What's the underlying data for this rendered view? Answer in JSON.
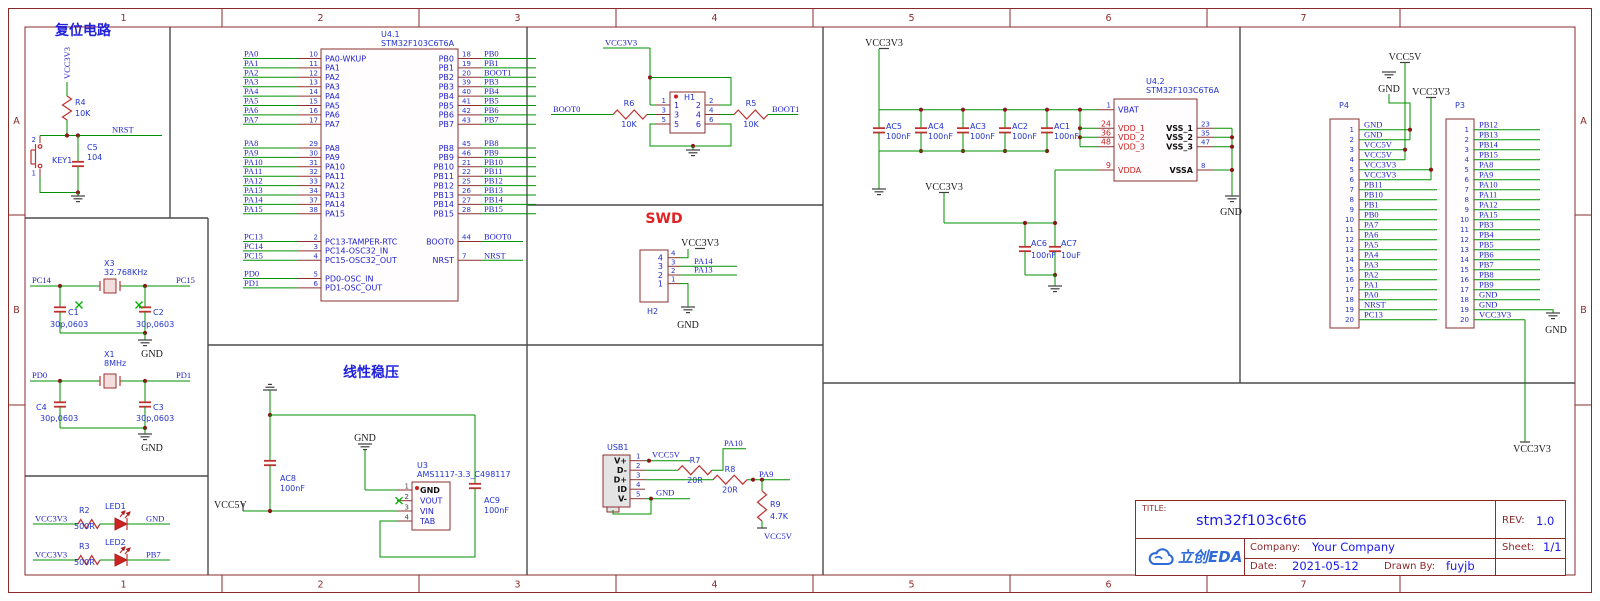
{
  "frame": {
    "columns": [
      "1",
      "2",
      "3",
      "4",
      "5",
      "6",
      "7"
    ],
    "rows": [
      "A",
      "B"
    ]
  },
  "sections": {
    "reset_title": "复位电路",
    "regulator_title": "线性稳压",
    "swd_title": "SWD"
  },
  "reset": {
    "vcc": "VCC3V3",
    "r_ref": "R4",
    "r_val": "10K",
    "net": "NRST",
    "key_ref": "KEY1",
    "key_pin_top": "2",
    "key_pin_bot": "1",
    "c_ref": "C5",
    "c_val": "104"
  },
  "xtal": {
    "x3": {
      "ref": "X3",
      "val": "32.768KHz",
      "left": "PC14",
      "right": "PC15",
      "cl_ref": "C1",
      "cl_val": "30p,0603",
      "cr_ref": "C2",
      "cr_val": "30p,0603",
      "gnd": "GND"
    },
    "x1": {
      "ref": "X1",
      "val": "8MHz",
      "left": "PD0",
      "right": "PD1",
      "cl_ref": "C4",
      "cl_val": "30p,0603",
      "cr_ref": "C3",
      "cr_val": "30p,0603",
      "gnd": "GND"
    }
  },
  "leds": [
    {
      "vcc": "VCC3V3",
      "r_ref": "R2",
      "r_val": "500R",
      "led_ref": "LED1",
      "net": "GND"
    },
    {
      "vcc": "VCC3V3",
      "r_ref": "R3",
      "r_val": "500R",
      "led_ref": "LED2",
      "net": "PB7"
    }
  ],
  "u4_1": {
    "ref": "U4.1",
    "part": "STM32F103C6T6A",
    "left_groups": [
      [
        {
          "net": "PA0",
          "num": "10",
          "name": "PA0-WKUP"
        },
        {
          "net": "PA1",
          "num": "11",
          "name": "PA1"
        },
        {
          "net": "PA2",
          "num": "12",
          "name": "PA2"
        },
        {
          "net": "PA3",
          "num": "13",
          "name": "PA3"
        },
        {
          "net": "PA4",
          "num": "14",
          "name": "PA4"
        },
        {
          "net": "PA5",
          "num": "15",
          "name": "PA5"
        },
        {
          "net": "PA6",
          "num": "16",
          "name": "PA6"
        },
        {
          "net": "PA7",
          "num": "17",
          "name": "PA7"
        }
      ],
      [
        {
          "net": "PA8",
          "num": "29",
          "name": "PA8"
        },
        {
          "net": "PA9",
          "num": "30",
          "name": "PA9"
        },
        {
          "net": "PA10",
          "num": "31",
          "name": "PA10"
        },
        {
          "net": "PA11",
          "num": "32",
          "name": "PA11"
        },
        {
          "net": "PA12",
          "num": "33",
          "name": "PA12"
        },
        {
          "net": "PA13",
          "num": "34",
          "name": "PA13"
        },
        {
          "net": "PA14",
          "num": "37",
          "name": "PA14"
        },
        {
          "net": "PA15",
          "num": "38",
          "name": "PA15"
        }
      ],
      [
        {
          "net": "PC13",
          "num": "2",
          "name": "PC13-TAMPER-RTC"
        },
        {
          "net": "PC14",
          "num": "3",
          "name": "PC14-OSC32_IN"
        },
        {
          "net": "PC15",
          "num": "4",
          "name": "PC15-OSC32_OUT"
        }
      ],
      [
        {
          "net": "PD0",
          "num": "5",
          "name": "PD0-OSC_IN"
        },
        {
          "net": "PD1",
          "num": "6",
          "name": "PD1-OSC_OUT"
        }
      ]
    ],
    "right_groups": [
      [
        {
          "net": "PB0",
          "num": "18",
          "name": "PB0"
        },
        {
          "net": "PB1",
          "num": "19",
          "name": "PB1"
        },
        {
          "net": "BOOT1",
          "num": "20",
          "name": "PB2"
        },
        {
          "net": "PB3",
          "num": "39",
          "name": "PB3"
        },
        {
          "net": "PB4",
          "num": "40",
          "name": "PB4"
        },
        {
          "net": "PB5",
          "num": "41",
          "name": "PB5"
        },
        {
          "net": "PB6",
          "num": "42",
          "name": "PB6"
        },
        {
          "net": "PB7",
          "num": "43",
          "name": "PB7"
        }
      ],
      [
        {
          "net": "PB8",
          "num": "45",
          "name": "PB8"
        },
        {
          "net": "PB9",
          "num": "46",
          "name": "PB9"
        },
        {
          "net": "PB10",
          "num": "21",
          "name": "PB10"
        },
        {
          "net": "PB11",
          "num": "22",
          "name": "PB11"
        },
        {
          "net": "PB12",
          "num": "25",
          "name": "PB12"
        },
        {
          "net": "PB13",
          "num": "26",
          "name": "PB13"
        },
        {
          "net": "PB14",
          "num": "27",
          "name": "PB14"
        },
        {
          "net": "PB15",
          "num": "28",
          "name": "PB15"
        }
      ],
      [
        {
          "net": "BOOT0",
          "num": "44",
          "name": "BOOT0"
        },
        {
          "net": "NRST",
          "num": "7",
          "name": "NRST"
        }
      ]
    ]
  },
  "boot": {
    "vcc": "VCC3V3",
    "left_net": "BOOT0",
    "rl_ref": "R6",
    "rl_val": "10K",
    "rr_ref": "R5",
    "rr_val": "10K",
    "right_net": "BOOT1",
    "h1": {
      "ref": "H1",
      "left_nums": [
        "1",
        "3",
        "5"
      ],
      "right_nums": [
        "2",
        "4",
        "6"
      ]
    }
  },
  "swd": {
    "vcc": "VCC3V3",
    "gnd": "GND",
    "h2": {
      "ref": "H2",
      "nums": [
        "4",
        "3",
        "2",
        "1"
      ]
    },
    "net3": "PA14",
    "net2": "PA13"
  },
  "regulator": {
    "u3_ref": "U3",
    "u3_part": "AMS1117-3.3_C498117",
    "pins": [
      {
        "num": "1",
        "name": "GND"
      },
      {
        "num": "2",
        "name": "VOUT"
      },
      {
        "num": "3",
        "name": "VIN"
      },
      {
        "num": "4",
        "name": "TAB"
      }
    ],
    "vcc5": "VCC5V",
    "gnd": "GND",
    "c_in_ref": "AC8",
    "c_in_val": "100nF",
    "c_out_ref": "AC9",
    "c_out_val": "100nF"
  },
  "usb": {
    "ref": "USB1",
    "pins": [
      {
        "num": "1",
        "name": "V+"
      },
      {
        "num": "2",
        "name": "D-"
      },
      {
        "num": "3",
        "name": "D+"
      },
      {
        "num": "4",
        "name": "ID"
      },
      {
        "num": "5",
        "name": "V-"
      }
    ],
    "vcc5_top": "VCC5V",
    "gnd": "GND",
    "r7_ref": "R7",
    "r7_val": "20R",
    "r8_ref": "R8",
    "r8_val": "20R",
    "r9_ref": "R9",
    "r9_val": "4.7K",
    "pa10": "PA10",
    "pa9": "PA9",
    "vcc5_bot": "VCC5V"
  },
  "power": {
    "vcc": "VCC3V3",
    "gnd": "GND",
    "caps": [
      {
        "ref": "AC5",
        "val": "100nF"
      },
      {
        "ref": "AC4",
        "val": "100nF"
      },
      {
        "ref": "AC3",
        "val": "100nF"
      },
      {
        "ref": "AC2",
        "val": "100nF"
      },
      {
        "ref": "AC1",
        "val": "100nF"
      }
    ],
    "vdda_vcc": "VCC3V3",
    "vdda_caps": [
      {
        "ref": "AC6",
        "val": "100nF"
      },
      {
        "ref": "AC7",
        "val": "10uF"
      }
    ],
    "u4_2": {
      "ref": "U4.2",
      "part": "STM32F103C6T6A",
      "left": [
        {
          "num": "1",
          "name": "VBAT",
          "red": false
        },
        {
          "num": "24",
          "name": "VDD_1",
          "red": true
        },
        {
          "num": "36",
          "name": "VDD_2",
          "red": true
        },
        {
          "num": "48",
          "name": "VDD_3",
          "red": true
        },
        {
          "num": "9",
          "name": "VDDA",
          "red": true
        }
      ],
      "right": [
        {
          "num": "23",
          "name": "VSS_1"
        },
        {
          "num": "35",
          "name": "VSS_2"
        },
        {
          "num": "47",
          "name": "VSS_3"
        },
        {
          "num": "8",
          "name": "VSSA"
        }
      ]
    }
  },
  "p4": {
    "ref": "P4",
    "gnd": "GND",
    "vcc5": "VCC5V",
    "vcc3": "VCC3V3",
    "pins": [
      {
        "num": "1",
        "net": "GND"
      },
      {
        "num": "2",
        "net": "GND"
      },
      {
        "num": "3",
        "net": "VCC5V"
      },
      {
        "num": "4",
        "net": "VCC5V"
      },
      {
        "num": "5",
        "net": "VCC3V3"
      },
      {
        "num": "6",
        "net": "VCC3V3"
      },
      {
        "num": "7",
        "net": "PB11"
      },
      {
        "num": "8",
        "net": "PB10"
      },
      {
        "num": "9",
        "net": "PB1"
      },
      {
        "num": "10",
        "net": "PB0"
      },
      {
        "num": "11",
        "net": "PA7"
      },
      {
        "num": "12",
        "net": "PA6"
      },
      {
        "num": "13",
        "net": "PA5"
      },
      {
        "num": "14",
        "net": "PA4"
      },
      {
        "num": "15",
        "net": "PA3"
      },
      {
        "num": "16",
        "net": "PA2"
      },
      {
        "num": "17",
        "net": "PA1"
      },
      {
        "num": "18",
        "net": "PA0"
      },
      {
        "num": "19",
        "net": "NRST"
      },
      {
        "num": "20",
        "net": "PC13"
      }
    ]
  },
  "p3": {
    "ref": "P3",
    "gnd": "GND",
    "vcc3_bot": "VCC3V3",
    "pins": [
      {
        "num": "1",
        "net": "PB12"
      },
      {
        "num": "2",
        "net": "PB13"
      },
      {
        "num": "3",
        "net": "PB14"
      },
      {
        "num": "4",
        "net": "PB15"
      },
      {
        "num": "5",
        "net": "PA8"
      },
      {
        "num": "6",
        "net": "PA9"
      },
      {
        "num": "7",
        "net": "PA10"
      },
      {
        "num": "8",
        "net": "PA11"
      },
      {
        "num": "9",
        "net": "PA12"
      },
      {
        "num": "10",
        "net": "PA15"
      },
      {
        "num": "11",
        "net": "PB3"
      },
      {
        "num": "12",
        "net": "PB4"
      },
      {
        "num": "13",
        "net": "PB5"
      },
      {
        "num": "14",
        "net": "PB6"
      },
      {
        "num": "15",
        "net": "PB7"
      },
      {
        "num": "16",
        "net": "PB8"
      },
      {
        "num": "17",
        "net": "PB9"
      },
      {
        "num": "18",
        "net": "GND"
      },
      {
        "num": "19",
        "net": "GND"
      },
      {
        "num": "20",
        "net": "VCC3V3"
      }
    ]
  },
  "title_block": {
    "title_label": "TITLE:",
    "title": "stm32f103c6t6",
    "rev_label": "REV:",
    "rev": "1.0",
    "company_label": "Company:",
    "company": "Your Company",
    "sheet_label": "Sheet:",
    "sheet": "1/1",
    "date_label": "Date:",
    "date": "2021-05-12",
    "drawn_label": "Drawn By:",
    "drawn": "fuyjb",
    "logo": "立创EDA"
  }
}
